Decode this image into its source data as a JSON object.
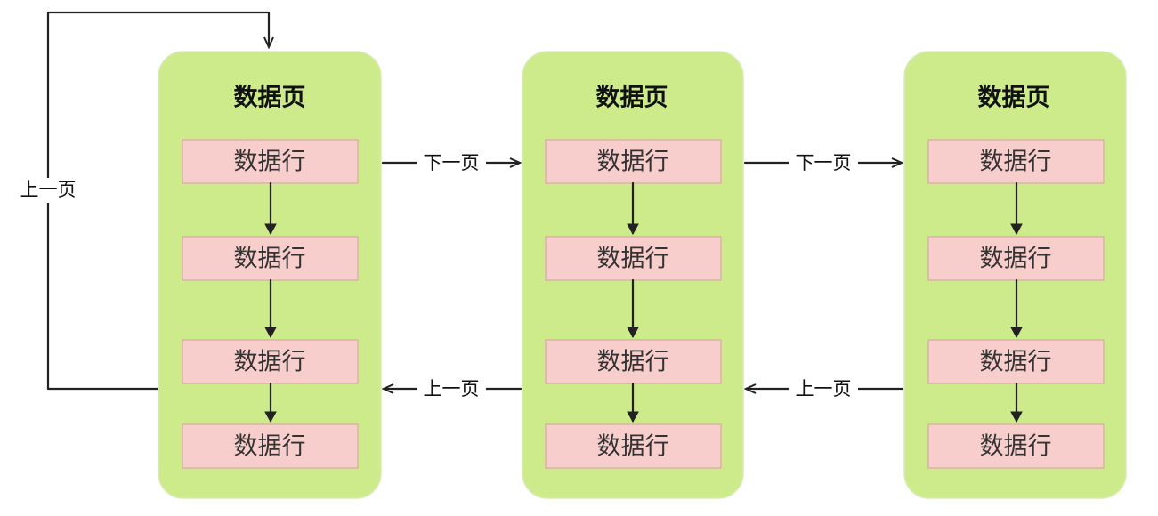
{
  "pages": [
    {
      "title": "数据页",
      "rows": [
        "数据行",
        "数据行",
        "数据行",
        "数据行"
      ]
    },
    {
      "title": "数据页",
      "rows": [
        "数据行",
        "数据行",
        "数据行",
        "数据行"
      ]
    },
    {
      "title": "数据页",
      "rows": [
        "数据行",
        "数据行",
        "数据行",
        "数据行"
      ]
    }
  ],
  "links": {
    "next_1": "下一页",
    "next_2": "下一页",
    "prev_1": "上一页",
    "prev_2": "上一页",
    "prev_loop": "上一页"
  },
  "colors": {
    "page_fill": "#cdeb8b",
    "row_fill": "#f8cecc",
    "edge": "#222222"
  }
}
